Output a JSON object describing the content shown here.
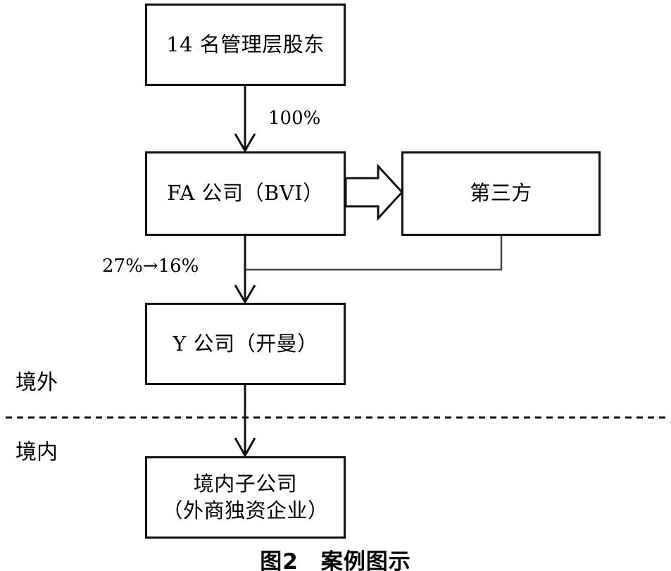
{
  "figure": {
    "caption": "图2　案例图示",
    "caption_number": "图2",
    "caption_title": "案例图示"
  },
  "nodes": {
    "management_shareholders": {
      "label": "14 名管理层股东"
    },
    "fa_company": {
      "label": "FA 公司（BVI）"
    },
    "third_party": {
      "label": "第三方"
    },
    "y_company": {
      "label": "Y 公司（开曼）"
    },
    "domestic_subsidiary": {
      "line1": "境内子公司",
      "line2": "（外商独资企业）"
    }
  },
  "edges": {
    "management_to_fa": {
      "label": "100%"
    },
    "fa_to_y": {
      "label": "27%→16%"
    },
    "fa_to_third_party": {
      "label": "",
      "style": "block-arrow"
    },
    "third_party_to_y": {
      "label": "",
      "style": "plain-line"
    },
    "y_to_domestic": {
      "label": ""
    }
  },
  "regions": {
    "offshore": {
      "label": "境外"
    },
    "onshore": {
      "label": "境内"
    },
    "divider": {
      "style": "dashed"
    }
  },
  "colors": {
    "stroke": "#111111",
    "text": "#000000",
    "background": "#ffffff",
    "thin_stroke": "#444444"
  }
}
